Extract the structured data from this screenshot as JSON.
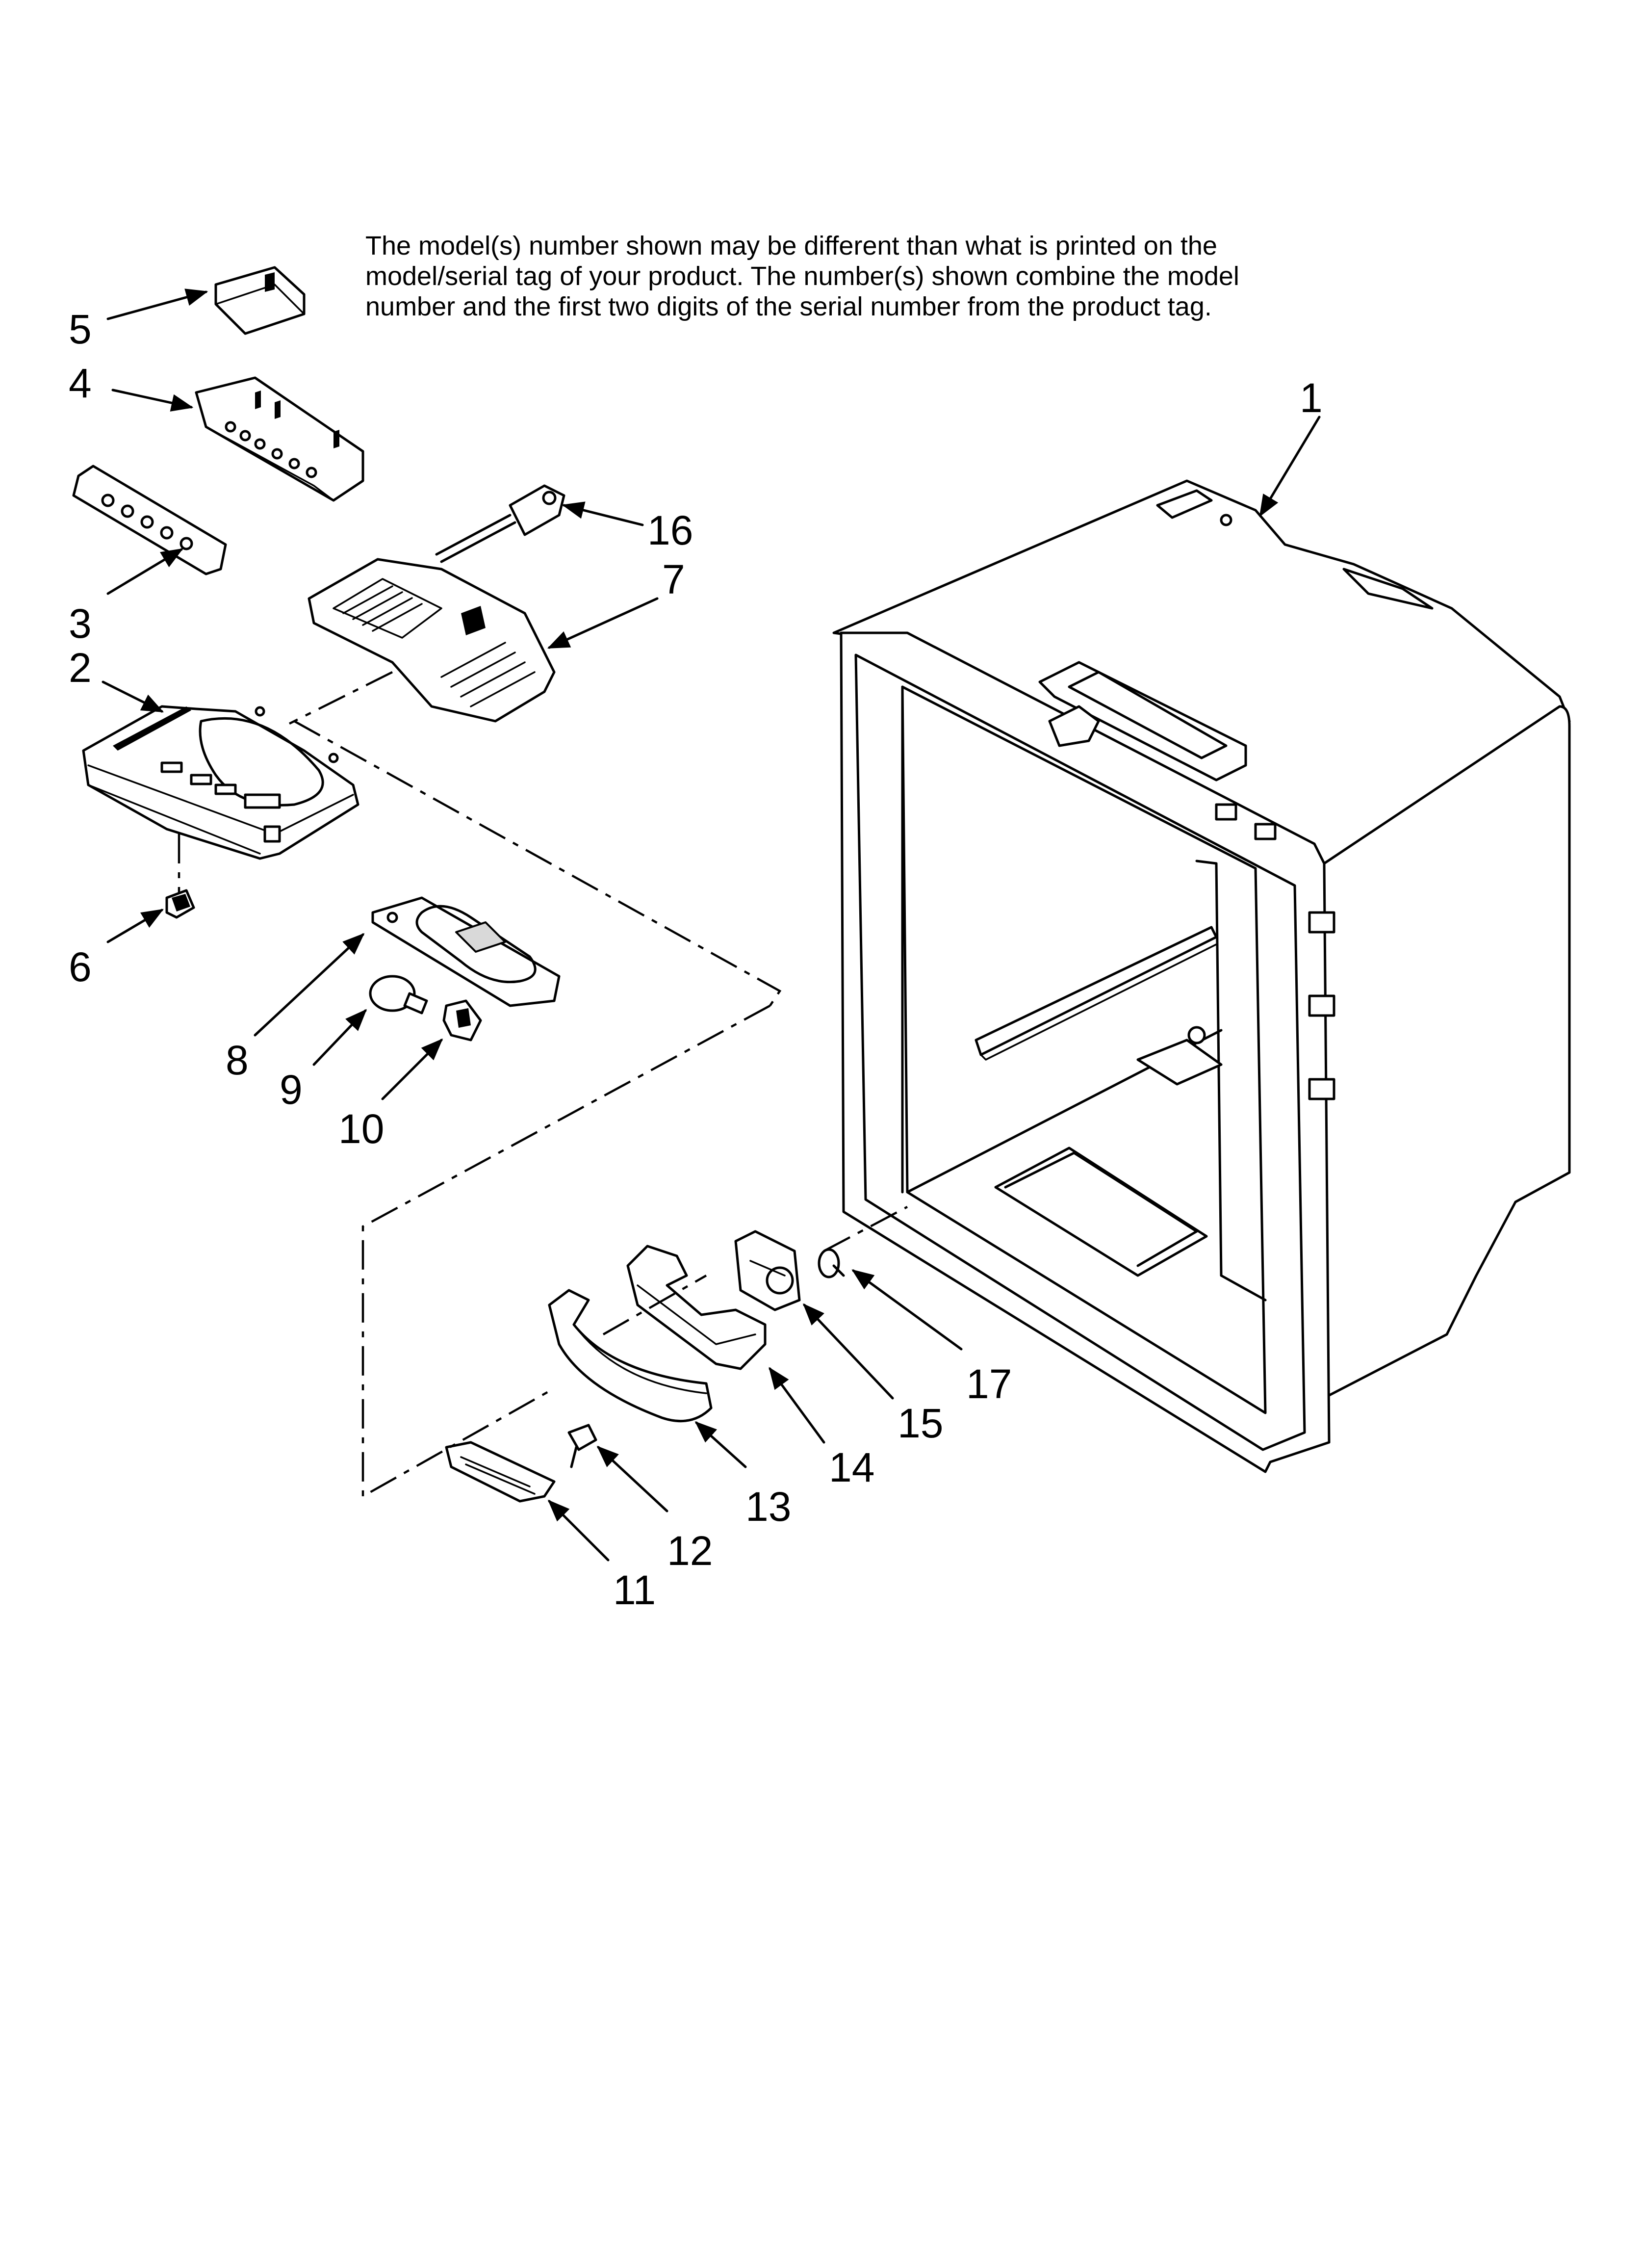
{
  "note": {
    "line1": "The model(s) number shown may be different than what is printed on the",
    "line2": "model/serial tag of your product. The number(s) shown combine the model",
    "line3": "number and the first two digits of the serial number from the product tag."
  },
  "callouts": {
    "c1": "1",
    "c2": "2",
    "c3": "3",
    "c4": "4",
    "c5": "5",
    "c6": "6",
    "c7": "7",
    "c8": "8",
    "c9": "9",
    "c10": "10",
    "c11": "11",
    "c12": "12",
    "c13": "13",
    "c14": "14",
    "c15": "15",
    "c16": "16",
    "c17": "17"
  }
}
